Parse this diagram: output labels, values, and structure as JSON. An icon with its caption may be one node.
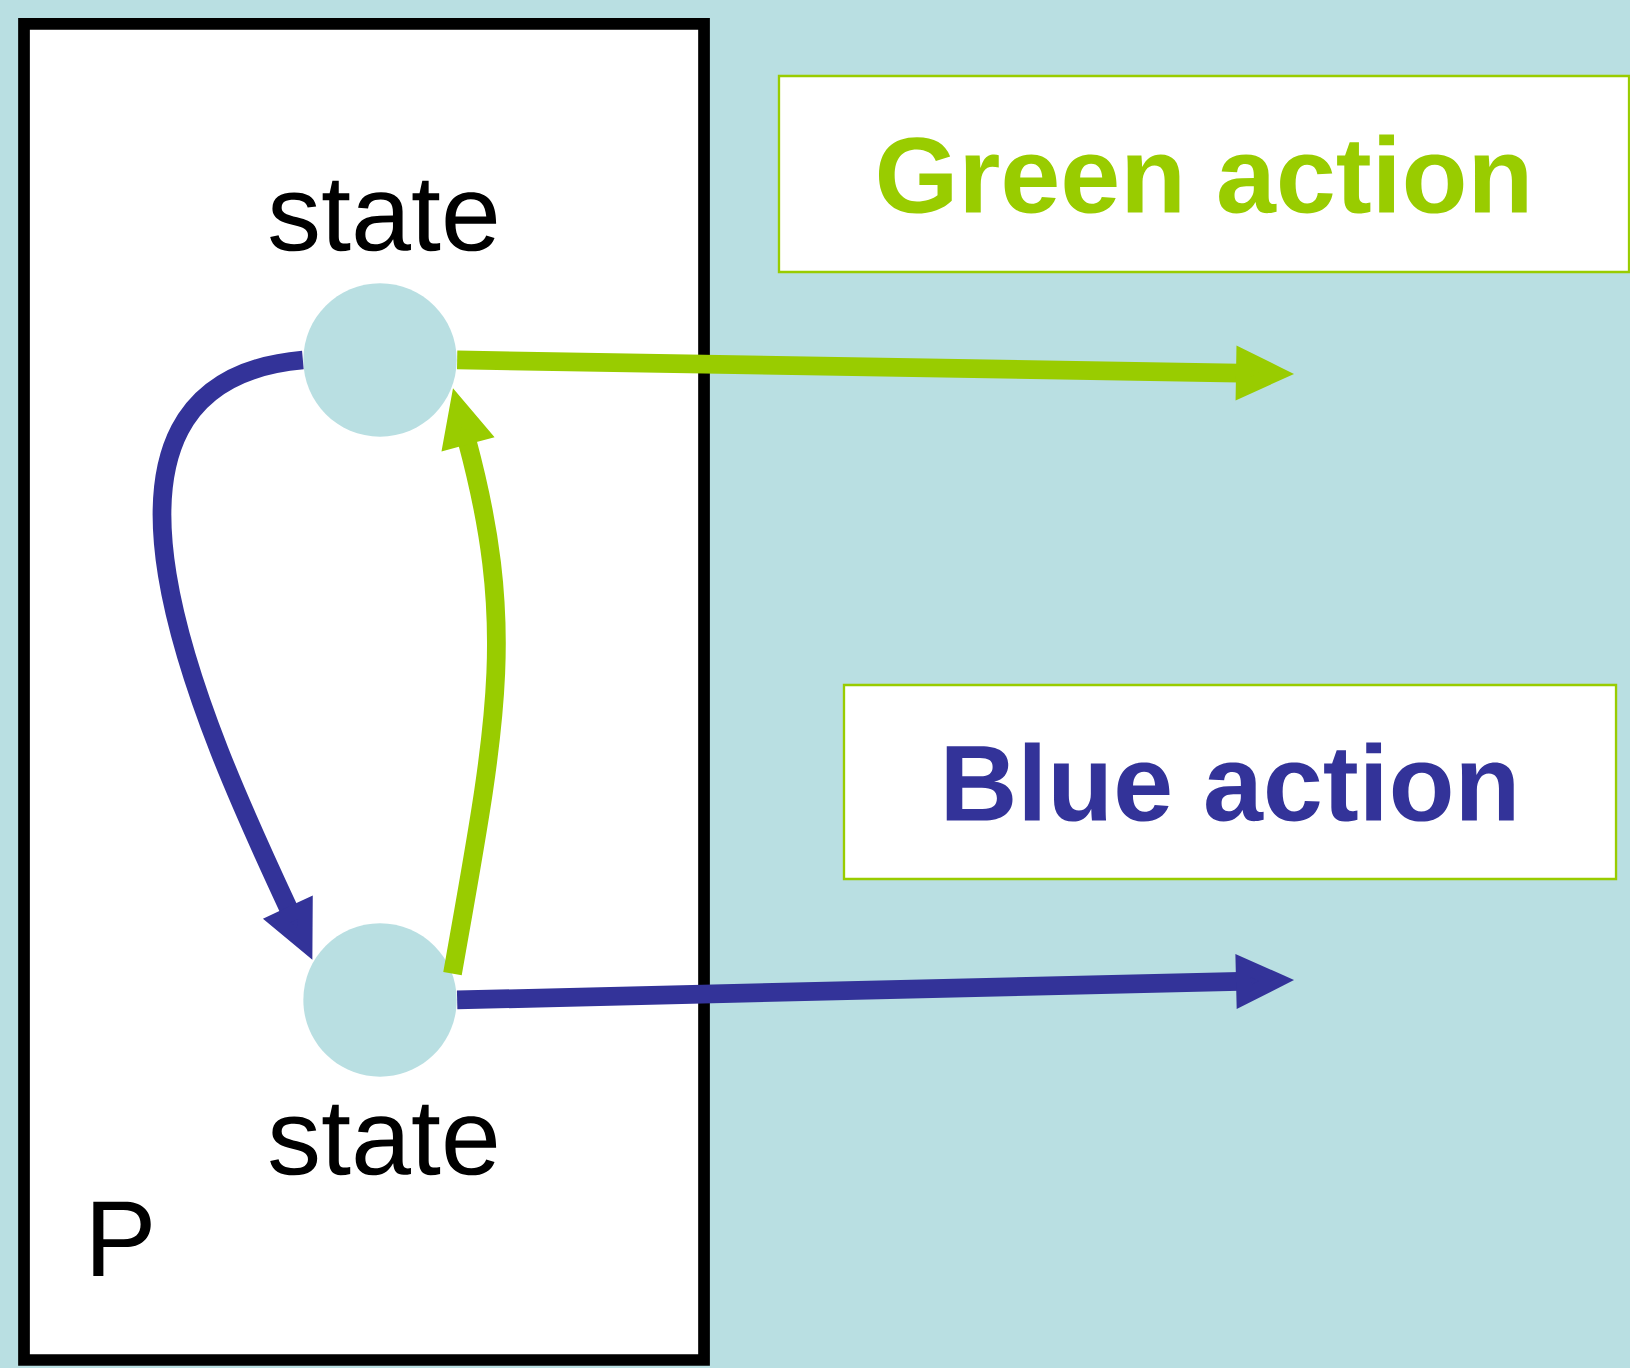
{
  "diagram": {
    "nodes": [
      {
        "text": [
          "P"
        ]
      },
      {
        "text": [],
        "shape": "circle",
        "in": 0,
        "beside": [
          "state"
        ]
      },
      {
        "text": [],
        "shape": "circle",
        "in": 0,
        "beside": [
          "state"
        ]
      },
      {
        "text": [
          "Green action"
        ]
      },
      {
        "text": [
          "Blue action"
        ]
      }
    ],
    "edges": [
      {
        "from": 1,
        "to": 2,
        "arrow": "to",
        "color": "#333399"
      },
      {
        "from": 2,
        "to": 1,
        "arrow": "to",
        "color": "#99cc00"
      },
      {
        "from": 1,
        "to": null,
        "arrow": "to",
        "color": "#99cc00"
      },
      {
        "from": 2,
        "to": null,
        "arrow": "to",
        "color": "#333399"
      }
    ]
  }
}
